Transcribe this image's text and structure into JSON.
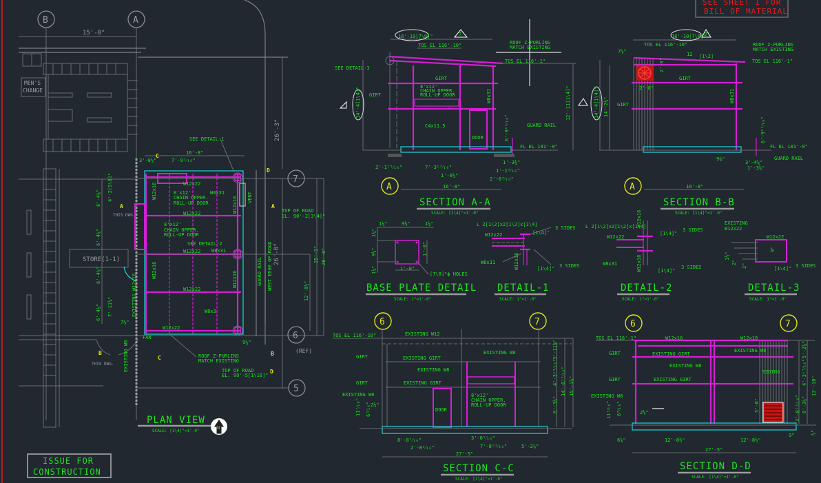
{
  "notes": {
    "bom_line1": "SEE SHEET 1 FOR",
    "bom_line2": "BILL OF MATERIAL",
    "issue_line1": "ISSUE FOR",
    "issue_line2": "CONSTRUCTION"
  },
  "colors": {
    "background": "#212830",
    "annotation": "#1fe51f",
    "steel": "#d41fd4",
    "existing": "#7d7f82",
    "slab": "#1fc8d0",
    "grid_bubble": "#e6e61a",
    "note_red": "#e61a1a"
  },
  "plan": {
    "title": "PLAN VIEW",
    "scale": "SCALE: [1\\4]\"=1'-0\"",
    "north": "N",
    "grid_b": "B",
    "grid_a": "A",
    "grid_7": "7",
    "grid_6": "6",
    "grid_5": "5",
    "ref": "(REF)",
    "dim_15": "15'-0\"",
    "dim_26_3": "26'-3\"",
    "dim_16_8": "16'-8\"",
    "dim_3_8": "3'-8½\"",
    "dim_7_9": "7'-9³⁄₁₆\"",
    "see_detail_1": "SEE DETAIL-1",
    "see_detail_2": "SEE DETAIL-2",
    "mens_change_1": "MEN'S",
    "mens_change_2": "CHANGE",
    "store": "STORE(1-1)",
    "w12x22": "W12x22",
    "w8x31": "W8x31",
    "w8x3": "W8x3",
    "w12x16": "W12x16",
    "door_top_1": "8'x12'",
    "door_top_2": "CHAIN OPPER.",
    "door_top_3": "ROLL-UP DOOR",
    "vent": "VENT",
    "guard_rail": "GUARD RAIL",
    "west_edge": "WEST EDGE OF ROAD",
    "dim_26_0": "26'-0\"",
    "dim_25_5": "25'-5\"",
    "dim_26_0b": "26'-0\"",
    "dim_12_8": "12'-8½\"",
    "top_road_1": "TOP OF ROAD",
    "top_road_2": "EL. 90'-2[3\\4]\"",
    "top_road_3": "TOP OF ROAD",
    "top_road_4": "EL. 99'-5[1\\16]\"",
    "roof_purlins_1": "ROOF Z-PURLINS",
    "roof_purlins_2": "MATCH EXISTING",
    "fan": "FAN",
    "existing_w8": "EXISTING W8",
    "existing_w12": "EXISTING W12x16",
    "this_dwg": "THIS DWG.",
    "dim_6_4a": "6'-4¼\"",
    "dim_6_4b": "6'-4¼\"",
    "dim_6_4c": "6'-4¼\"",
    "dim_6_4d": "6'-4¼\"",
    "dim_4_2": "4'-2[5\\8]\"",
    "dim_7_11": "7'-11⅝\"",
    "dim_7_8": "7⅛\"",
    "dim_9_4": "9¼\"",
    "sec_a": "A",
    "sec_b": "B",
    "sec_c": "C",
    "sec_d": "D"
  },
  "section_aa": {
    "title": "SECTION A-A",
    "scale": "SCALE: [1\\4]\"=1'-0\"",
    "dim_top": "16'-10[7\\8]\"",
    "rev": "7",
    "tos_1": "TOS EL 116'-10\"",
    "tos_2": "TOS EL 116'-1\"",
    "purlins_1": "ROOF Z-PURLINS",
    "purlins_2": "MATCH EXISTING",
    "see_detail_3": "SEE DETAIL-3",
    "girt": "GIRT",
    "door_1": "8'x12'",
    "door_2": "CHAIN OPPER.",
    "door_3": "ROLL-UP DOOR",
    "w8x31": "W8x31",
    "c4": "C4x11.5",
    "door": "DOOR",
    "guard_rail": "GUARD RAIL",
    "fl": "FL EL 101'-0\"",
    "dim_left": "14'-4[1\\4]\"",
    "dim_right": "12'-11[1\\4]\"",
    "dim_6_9": "6'-9¹³⁄₁₆\"",
    "dim_2_1": "2'-1¹⁵⁄₁₆\"",
    "dim_7_3": "7'-3¹³⁄₁₆\"",
    "dim_1_6": "1'-6½\"",
    "dim_1_3": "1'-3¾\"",
    "dim_1_1": "1'-1⁹⁄₁₆\"",
    "dim_2_6": "2'-6³⁄₁₆\"",
    "dim_16_8": "16'-8\"",
    "grid": "A"
  },
  "section_bb": {
    "title": "SECTION B-B",
    "scale": "SCALE: [1\\4]\"=1'-0\"",
    "dim_top": "16'-10[7\\8]\"",
    "rev": "7",
    "tos_1": "TOS EL 116'-10\"",
    "tos_2": "TOS EL 116'-1\"",
    "purlins_1": "ROOF Z-PURLINS",
    "purlins_2": "MATCH EXISTING",
    "slope_run": "12",
    "slope_rise": "[1\\2]",
    "dim_7_8": "7⅝\"",
    "dim_2_8a": "2'-8\"",
    "dim_2_8b": "2'-8\"",
    "girt": "GIRT",
    "w8x31": "W8x31",
    "dim_left": "14'-4[1\\4]\"",
    "dim_14_2": "14'-2¼\"",
    "dim_6_9": "6'-9¹⁵⁄₁₆\"",
    "fl": "FL EL 101'-0\"",
    "guard_rail": "GUARD RAIL",
    "dim_9_8": "9⅛\"",
    "dim_3_4": "3'-4⅝\"",
    "dim_1_3": "1'-3⅝\"",
    "dim_16_8": "16'-8\"",
    "grid": "A"
  },
  "base_plate": {
    "title": "BASE PLATE DETAIL",
    "scale": "SCALE: 1\"=1'-0\"",
    "dim_1_4a": "1¼\"",
    "dim_9_5": "9½\"",
    "dim_1_4b": "1¼\"",
    "dim_side_a": "1¼\"",
    "dim_side_b": "9½\"",
    "dim_side_c": "1¼\"",
    "dim_1_0a": "1'-0\"",
    "dim_1_0b": "1'-0\"",
    "holes": "[7\\8]\"ϕ HOLES"
  },
  "detail_1": {
    "title": "DETAIL-1",
    "scale": "SCALE: 1\"=1'-0\"",
    "angle": "L 2[1\\2]x2[1\\2]x[1\\4]",
    "w12x22": "W12x22",
    "w8x31": "W8x31",
    "w12x16": "W12x16",
    "weld_1": "[1\\4]\"",
    "weld_2": "[1\\4]\"",
    "sides_1": "3 SIDES",
    "sides_2": "3 SIDES"
  },
  "detail_2": {
    "title": "DETAIL-2",
    "scale": "SCALE: 1\"=1'-0\"",
    "angle": "L 2[1\\2]x2[1\\2]x[1\\4]",
    "w12x22": "W12x22",
    "w8x31": "W8x31",
    "w12x16a": "W12x16",
    "w12x16b": "W12x16",
    "weld_1": "[1\\4]\"",
    "weld_2": "[1\\4]\"",
    "sides_1": "3 SIDES",
    "sides_2": "3 SIDES"
  },
  "detail_3": {
    "title": "DETAIL-3",
    "scale": "SCALE: 1\"=1'-0\"",
    "existing_1": "EXISTING",
    "existing_2": "W12x22",
    "w12x22": "W12x22",
    "dim_9": "9\"",
    "weld": "[1\\4]\"",
    "sides": "3 SIDES",
    "dim_a": "1½\"",
    "dim_b": "2\"",
    "dim_c": "2\""
  },
  "section_cc": {
    "title": "SECTION C-C",
    "scale": "SCALE: [1\\4]\"=1'-0\"",
    "grid_6": "6",
    "grid_7": "7",
    "tos": "TOS EL 116'-10\"",
    "existing_w12": "EXISTING W12",
    "existing_w8a": "EXISTING W8",
    "existing_girt_a": "EXISTING GIRT",
    "existing_w8b": "EXISTING W8",
    "existing_girt_b": "EXISTING GIRT",
    "existing_w8c": "EXISTING W8",
    "girt_a": "GIRT",
    "girt_b": "GIRT",
    "door": "DOOR",
    "door_1": "8'x12'",
    "door_2": "CHAIN OPPER.",
    "door_3": "ROLL-UP DOOR",
    "dim_2_1": "2⅛\"",
    "dim_11_7": "11⁷⁄₁₆\"",
    "dim_6_3": "6³⁄₁₆\"",
    "dim_8_8": "8'-8⁷⁄₁₆\"",
    "dim_2_8": "2'-8³⁄₁₆\"",
    "dim_3_0": "3'-0¹⁄₁₆\"",
    "dim_7_8": "7'-8¹³⁄₁₆\"",
    "dim_5_2": "5'-2⅞\"",
    "dim_27_5": "27'-5\"",
    "dim_r1": "3'-11½\"",
    "dim_r2": "4'-3¹⁵⁄₁₆\"",
    "dim_r3": "6'-3¼\"",
    "dim_r4": "14'-6¹¹⁄₁₆\"",
    "dim_r5": "15'-1⅞\""
  },
  "section_dd": {
    "title": "SECTION D-D",
    "scale": "SCALE: [1\\4]\"=1'-0\"",
    "grid_6": "6",
    "grid_7": "7",
    "tos": "TOS EL 116'-1\"",
    "w12x16a": "W12x16",
    "w12x16b": "W12x16",
    "existing_girt_a": "EXISTING GIRT",
    "existing_w8a": "EXISTING W8",
    "existing_girt_b": "EXISTING GIRT",
    "existing_w8b": "EXISTING W8",
    "existing_w8c": "EXISTING W8",
    "girt_a": "GIRT",
    "girt_b": "GIRT",
    "siding": "SIDING",
    "dim_2_1": "2⅛\"",
    "dim_11_7": "11⁷⁄₁₆\"",
    "dim_6_3": "6³⁄₁₆\"",
    "dim_6_5": "6⅝\"",
    "dim_12_8a": "12'-8½\"",
    "dim_12_8b": "12'-8½\"",
    "dim_9": "9\"",
    "dim_27_5": "27'-5\"",
    "dim_r1": "5'-2¾\"",
    "dim_r2": "4'-3¹⁵⁄₁₆\"",
    "dim_r3": "6'-3¼\"",
    "dim_r4": "3'-8¹¹⁄₁₆\"",
    "dim_r5": "13'-10\"",
    "dim_5_8": "5'-8\"",
    "dim_1": "½\""
  }
}
